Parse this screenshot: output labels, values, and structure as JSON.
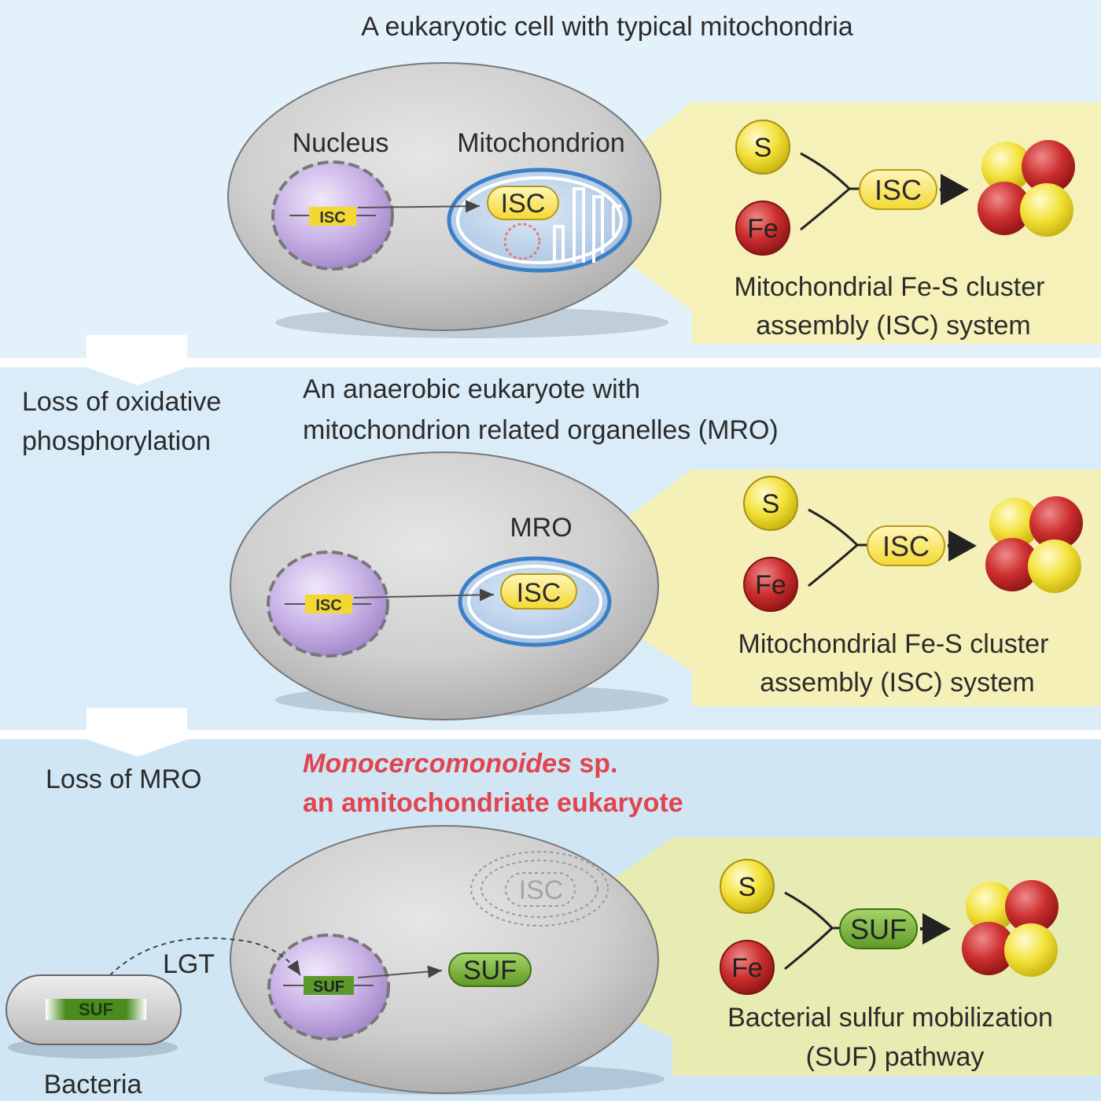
{
  "panel1": {
    "title": "A eukaryotic cell with typical mitochondria",
    "nucleus_label": "Nucleus",
    "organelle_label": "Mitochondrion",
    "nucleus_gene": "ISC",
    "organelle_protein": "ISC",
    "reaction": {
      "s": "S",
      "fe": "Fe",
      "enzyme": "ISC"
    },
    "caption_line1": "Mitochondrial Fe-S cluster",
    "caption_line2": "assembly (ISC) system"
  },
  "transition1": {
    "line1": "Loss of oxidative",
    "line2": "phosphorylation"
  },
  "panel2": {
    "title_line1": "An anaerobic eukaryote with",
    "title_line2": "mitochondrion related organelles (MRO)",
    "organelle_label": "MRO",
    "nucleus_gene": "ISC",
    "organelle_protein": "ISC",
    "reaction": {
      "s": "S",
      "fe": "Fe",
      "enzyme": "ISC"
    },
    "caption_line1": "Mitochondrial Fe-S cluster",
    "caption_line2": "assembly (ISC) system"
  },
  "transition2": {
    "line1": "Loss of MRO"
  },
  "panel3": {
    "title_italic": "Monocercomonoides",
    "title_suffix": " sp.",
    "title_line2": "an amitochondriate eukaryote",
    "ghost_label": "ISC",
    "nucleus_gene": "SUF",
    "cytoplasm_protein": "SUF",
    "lgt_label": "LGT",
    "bacteria_gene": "SUF",
    "bacteria_label": "Bacteria",
    "reaction": {
      "s": "S",
      "fe": "Fe",
      "enzyme": "SUF"
    },
    "caption_line1": "Bacterial sulfur mobilization",
    "caption_line2": "(SUF) pathway"
  },
  "colors": {
    "panel1_bg": "#e3f1fb",
    "panel2_bg": "#d9ecf8",
    "panel3_bg": "#d2e7f5",
    "cell_gray": "#cfcfcf",
    "nucleus_purple": "#c9b3e6",
    "isc_yellow": "#f4d832",
    "callout_yellow": "#f6f0b4",
    "suf_green": "#7ab33a",
    "sulfur_yellow": "#f3e23a",
    "iron_red": "#cc2e2e",
    "mito_blue": "#3a7fc8",
    "title_red": "#e0454f"
  }
}
